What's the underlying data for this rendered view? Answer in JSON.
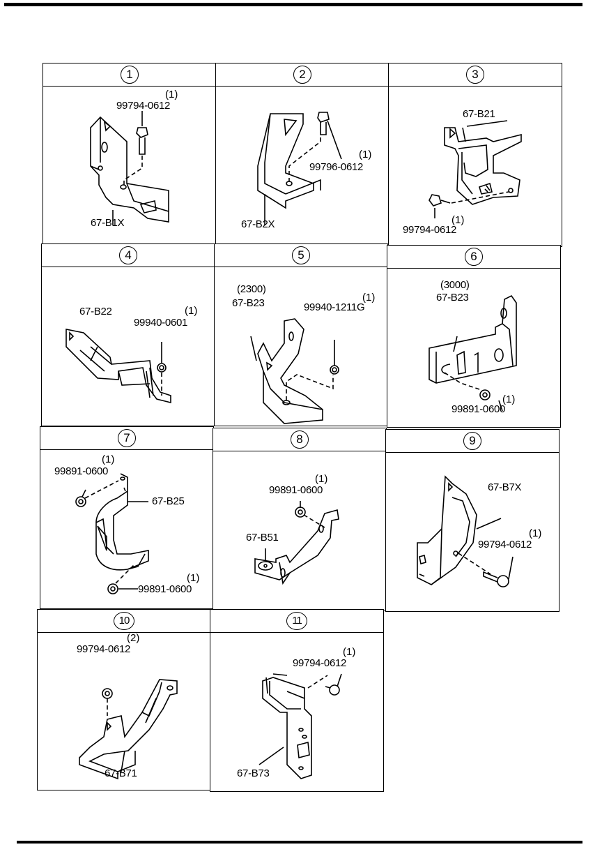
{
  "panels": [
    {
      "number": "1",
      "part": "67-B1X",
      "fastener": "99794-0612",
      "qty": "(1)"
    },
    {
      "number": "2",
      "part": "67-B2X",
      "fastener": "99796-0612",
      "qty": "(1)"
    },
    {
      "number": "3",
      "part": "67-B21",
      "fastener": "99794-0612",
      "qty": "(1)"
    },
    {
      "number": "4",
      "part": "67-B22",
      "fastener": "99940-0601",
      "qty": "(1)"
    },
    {
      "number": "5",
      "part": "67-B23",
      "variant": "(2300)",
      "fastener": "99940-1211G",
      "qty": "(1)"
    },
    {
      "number": "6",
      "part": "67-B23",
      "variant": "(3000)",
      "fastener": "99891-0600",
      "qty": "(1)"
    },
    {
      "number": "7",
      "part": "67-B25",
      "fastener": "99891-0600",
      "qty": "(1)",
      "fastener2": "99891-0600",
      "qty2": "(1)"
    },
    {
      "number": "8",
      "part": "67-B51",
      "fastener": "99891-0600",
      "qty": "(1)"
    },
    {
      "number": "9",
      "part": "67-B7X",
      "fastener": "99794-0612",
      "qty": "(1)"
    },
    {
      "number": "10",
      "part": "67-B71",
      "fastener": "99794-0612",
      "qty": "(2)"
    },
    {
      "number": "11",
      "part": "67-B73",
      "fastener": "99794-0612",
      "qty": "(1)"
    }
  ]
}
